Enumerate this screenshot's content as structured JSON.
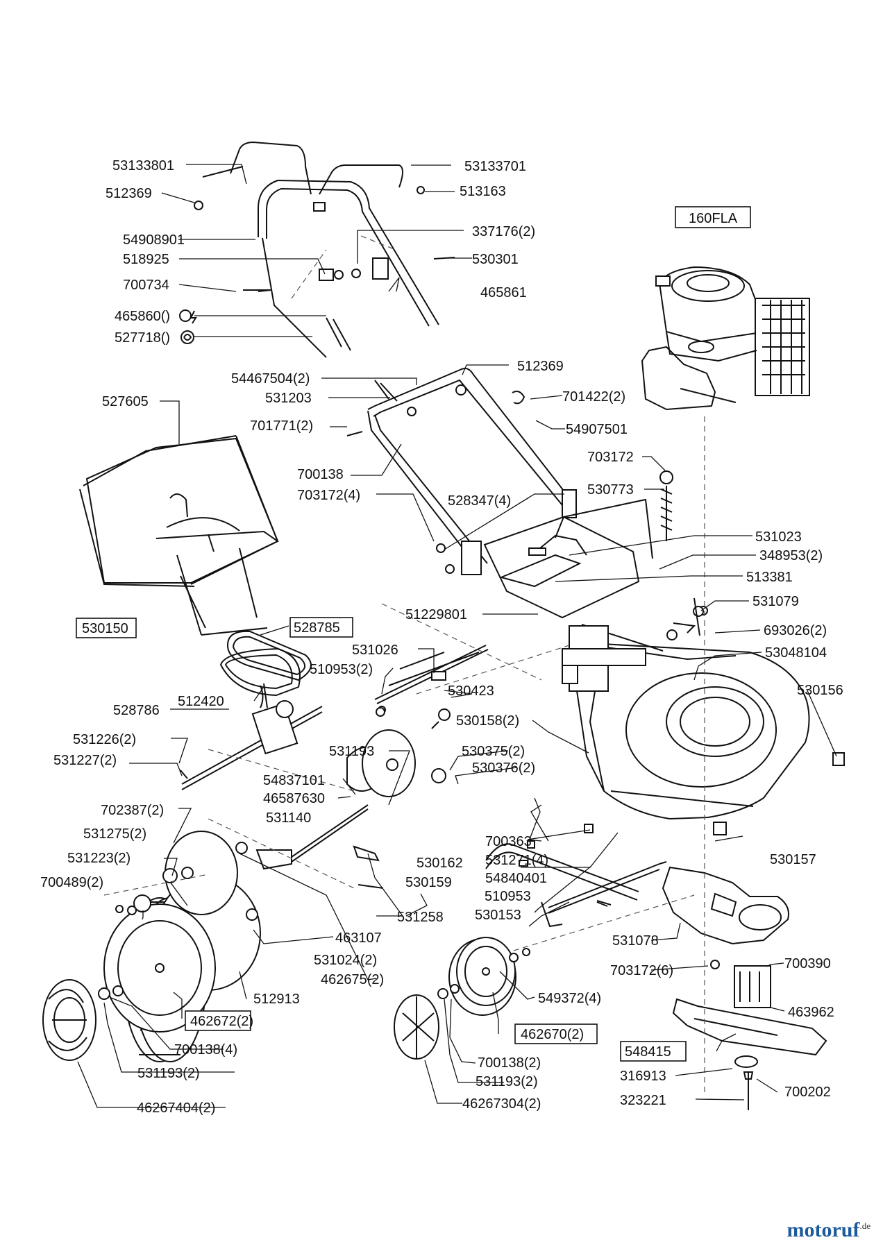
{
  "labels": {
    "l53133801": "53133801",
    "l53133701": "53133701",
    "l512369a": "512369",
    "l513163": "513163",
    "l54908901": "54908901",
    "l337176": "337176(2)",
    "l518925": "518925",
    "l530301": "530301",
    "l700734": "700734",
    "l465861": "465861",
    "l465860": "465860()",
    "l527718": "527718()",
    "l160fla": "160FLA",
    "l54467504": "54467504(2)",
    "l512369b": "512369",
    "l531203": "531203",
    "l701422": "701422(2)",
    "l527605": "527605",
    "l701771": "701771(2)",
    "l54907501": "54907501",
    "l703172a": "703172",
    "l700138a": "700138",
    "l530773": "530773",
    "l703172b": "703172(4)",
    "l528347": "528347(4)",
    "l531023": "531023",
    "l348953": "348953(2)",
    "l513381": "513381",
    "l531079": "531079",
    "l51229801": "51229801",
    "l530150": "530150",
    "l693026": "693026(2)",
    "l528785": "528785",
    "l531026": "531026",
    "l53048104": "53048104",
    "l510953a": "510953(2)",
    "l512420": "512420",
    "l530423": "530423",
    "l530156": "530156",
    "l528786": "528786",
    "l530158": "530158(2)",
    "l531226": "531226(2)",
    "l531227": "531227(2)",
    "l531193a": "531193",
    "l530375": "530375(2)",
    "l530376": "530376(2)",
    "l54837101": "54837101",
    "l46587630": "46587630",
    "l702387": "702387(2)",
    "l531140": "531140",
    "l531275": "531275(2)",
    "l700363": "700363",
    "l531223": "531223(2)",
    "l530162": "530162",
    "l531271": "531271(4)",
    "l530157": "530157",
    "l700489": "700489(2)",
    "l530159": "530159",
    "l54840401": "54840401",
    "l510953b": "510953",
    "l531258": "531258",
    "l530153": "530153",
    "l463107": "463107",
    "l531078": "531078",
    "l531024": "531024(2)",
    "l700390": "700390",
    "l703172c": "703172(6)",
    "l462675": "462675(2)",
    "l549372": "549372(4)",
    "l512913": "512913",
    "l463962": "463962",
    "l462672": "462672(2)",
    "l462670": "462670(2)",
    "l548415": "548415",
    "l700138b": "700138(4)",
    "l700138c": "700138(2)",
    "l316913": "316913",
    "l700202": "700202",
    "l531193b": "531193(2)",
    "l531193c": "531193(2)",
    "l323221": "323221",
    "l46267404": "46267404(2)",
    "l46267304": "46267304(2)"
  },
  "watermark": {
    "text": "motoruf",
    "suffix": ".de",
    "color": "#1e5a9c"
  }
}
